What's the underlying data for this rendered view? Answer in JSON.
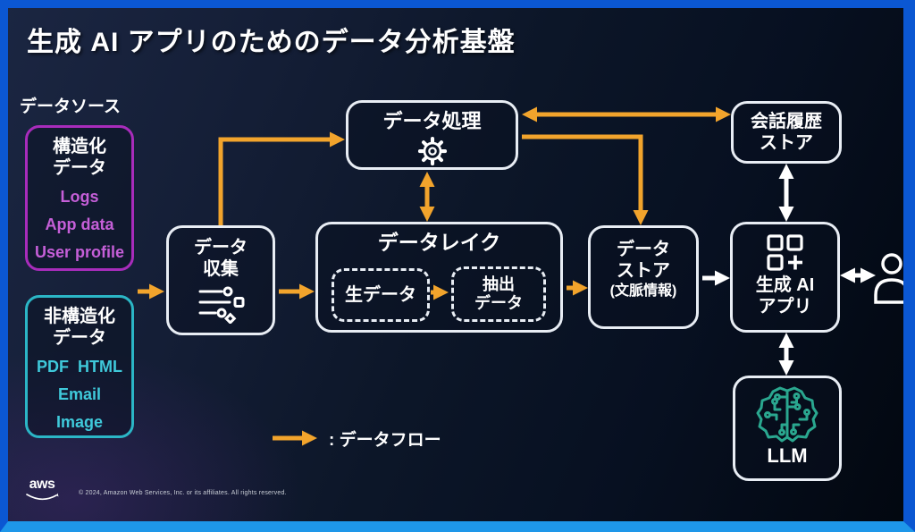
{
  "title": "生成 AI アプリのためのデータ分析基盤",
  "data_sources": {
    "label": "データソース",
    "structured": {
      "title_line1": "構造化",
      "title_line2": "データ",
      "items": [
        "Logs",
        "App data",
        "User profile"
      ]
    },
    "unstructured": {
      "title_line1": "非構造化",
      "title_line2": "データ",
      "items": [
        "PDF  HTML",
        "Email",
        "Image"
      ]
    }
  },
  "nodes": {
    "collection": {
      "line1": "データ",
      "line2": "収集"
    },
    "processing": {
      "label": "データ処理"
    },
    "datalake": {
      "label": "データレイク",
      "raw": {
        "label": "生データ"
      },
      "extracted": {
        "line1": "抽出",
        "line2": "データ"
      }
    },
    "datastore": {
      "line1": "データ",
      "line2": "ストア",
      "line3": "(文脈情報)"
    },
    "chat_history": {
      "line1": "会話履歴",
      "line2": "ストア"
    },
    "genai_app": {
      "line1": "生成 AI",
      "line2": "アプリ"
    },
    "llm": {
      "label": "LLM"
    }
  },
  "legend": {
    "label": ": データフロー"
  },
  "footer": {
    "logo": "aws",
    "copyright": "© 2024, Amazon Web Services, Inc. or its affiliates. All rights reserved."
  },
  "colors": {
    "data_flow_arrow": "#F2A42C",
    "io_arrow": "#FFFFFF",
    "structured_accent": "#A82CBB",
    "structured_text": "#C55FD8",
    "unstructured_accent": "#2BB6C6",
    "unstructured_text": "#3FC9DA",
    "llm_icon": "#2AA78F",
    "frame_blue": "#0B57D2",
    "frame_bottom_blue": "#1E97E9"
  }
}
